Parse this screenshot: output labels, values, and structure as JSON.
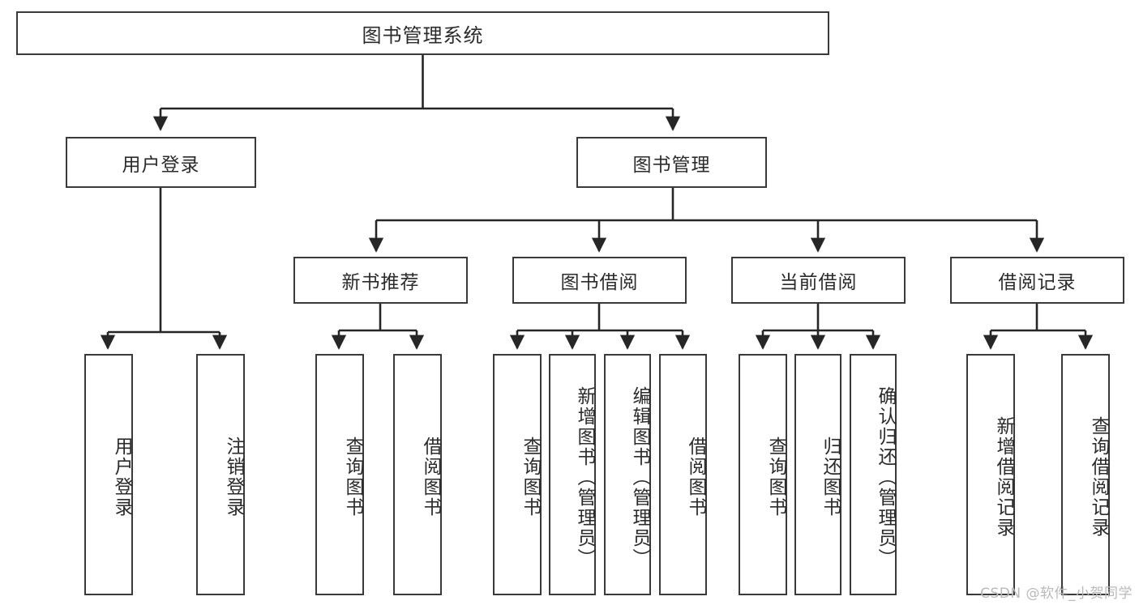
{
  "diagram": {
    "type": "tree",
    "title": "图书管理系统",
    "root": {
      "label": "图书管理系统"
    },
    "level2": [
      {
        "label": "用户登录"
      },
      {
        "label": "图书管理"
      }
    ],
    "level3": [
      {
        "label": "新书推荐"
      },
      {
        "label": "图书借阅"
      },
      {
        "label": "当前借阅"
      },
      {
        "label": "借阅记录"
      }
    ],
    "leaves": {
      "user_login": [
        {
          "label": "用户登录"
        },
        {
          "label": "注销登录"
        }
      ],
      "new_book": [
        {
          "label": "查询图书"
        },
        {
          "label": "借阅图书"
        }
      ],
      "book_borrow": [
        {
          "label": "查询图书"
        },
        {
          "label": "新增图书（管理员）"
        },
        {
          "label": "编辑图书（管理员）"
        },
        {
          "label": "借阅图书"
        }
      ],
      "current_borrow": [
        {
          "label": "查询图书"
        },
        {
          "label": "归还图书"
        },
        {
          "label": "确认归还（管理员）"
        }
      ],
      "borrow_record": [
        {
          "label": "新增借阅记录"
        },
        {
          "label": "查询借阅记录"
        }
      ]
    }
  },
  "watermark": {
    "text": "CSDN @软件_小贺同学"
  },
  "colors": {
    "box_border": "#3a3a3a",
    "box_fill": "#ffffff",
    "connector": "#262626",
    "text": "#2b2b2b",
    "watermark": "#b9b9b9"
  }
}
